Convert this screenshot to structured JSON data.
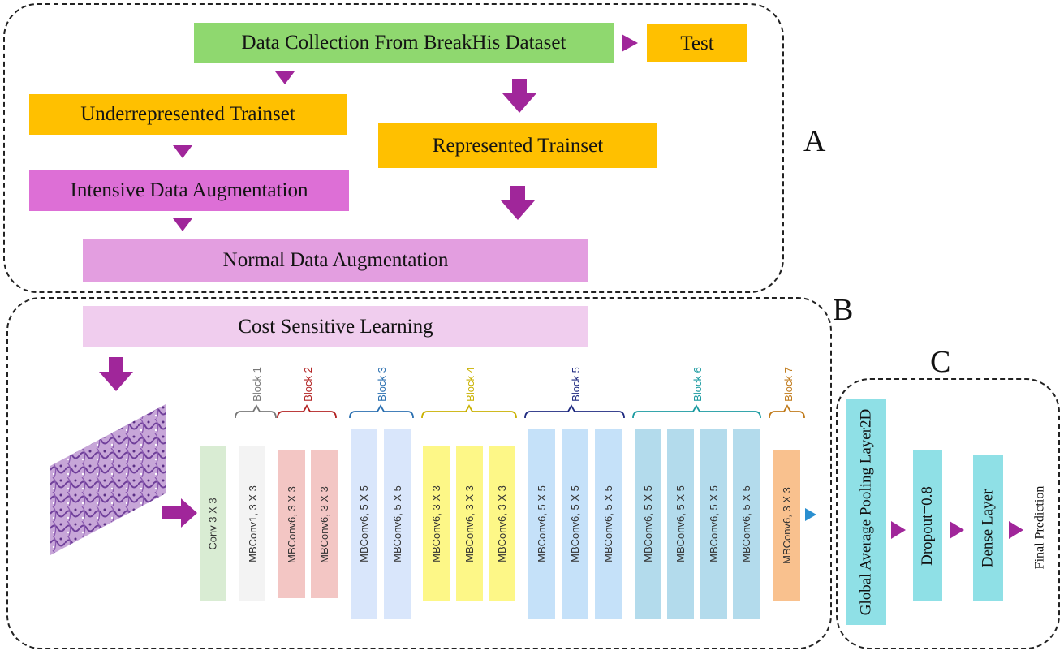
{
  "regions": {
    "a_label": "A",
    "b_label": "B",
    "c_label": "C"
  },
  "section_a": {
    "data_collection": "Data Collection From BreakHis Dataset",
    "test": "Test",
    "underrepresented": "Underrepresented Trainset",
    "represented": "Represented Trainset",
    "intensive_aug": "Intensive Data Augmentation",
    "normal_aug": "Normal Data Augmentation"
  },
  "section_b": {
    "cost_sensitive": "Cost Sensitive Learning",
    "blocks": [
      "Block 1",
      "Block 2",
      "Block 3",
      "Block 4",
      "Block 5",
      "Block 6",
      "Block 7"
    ],
    "block_colors": [
      "#777777",
      "#b22222",
      "#2a6fb0",
      "#c9b100",
      "#1f2a80",
      "#1a9aa0",
      "#c07a1a"
    ],
    "layers": [
      "Conv 3 X 3",
      "MBConv1, 3 X 3",
      "MBConv6, 3 X 3",
      "MBConv6, 3 X 3",
      "MBConv6, 5 X 5",
      "MBConv6, 5 X 5",
      "MBConv6, 3 X 3",
      "MBConv6, 3 X 3",
      "MBConv6, 3 X 3",
      "MBConv6, 5 X 5",
      "MBConv6, 5 X 5",
      "MBConv6, 5 X 5",
      "MBConv6, 5 X 5",
      "MBConv6, 5 X 5",
      "MBConv6, 5 X 5",
      "MBConv6, 5 X 5",
      "MBConv6, 3 X 3"
    ]
  },
  "section_c": {
    "gap": "Global Average Pooling Layer2D",
    "dropout": "Dropout=0.8",
    "dense": "Dense Layer",
    "final": "Final Prediction"
  }
}
